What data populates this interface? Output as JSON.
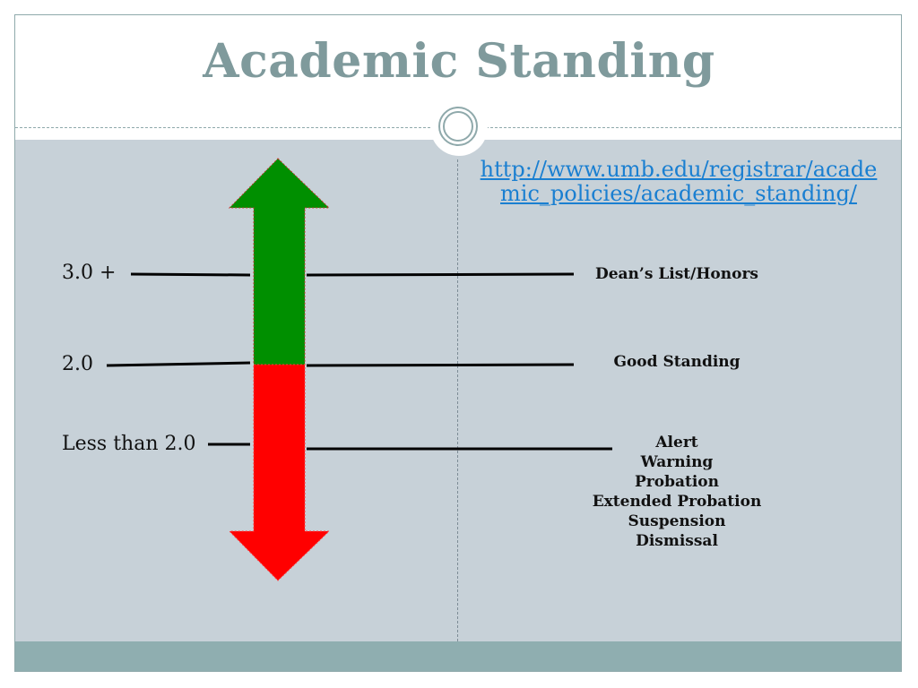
{
  "slide": {
    "title": "Academic Standing",
    "link": {
      "line1": "http://www.umb.edu/registrar/acade",
      "line2": "mic_policies/academic_standing/"
    }
  },
  "levels": [
    {
      "gpa": "3.0 +",
      "standing": "Dean’s List/Honors"
    },
    {
      "gpa": "2.0",
      "standing": "Good Standing"
    },
    {
      "gpa": "Less than 2.0",
      "standing_list": [
        "Alert",
        "Warning",
        "Probation",
        "Extended Probation",
        "Suspension",
        "Dismissal"
      ]
    }
  ],
  "colors": {
    "title": "#7f9a9c",
    "content_bg": "#c7d1d8",
    "footer": "#8faeb0",
    "arrow_upper": "#008f00",
    "arrow_lower": "#ff0000",
    "link": "#1a7fd1"
  }
}
